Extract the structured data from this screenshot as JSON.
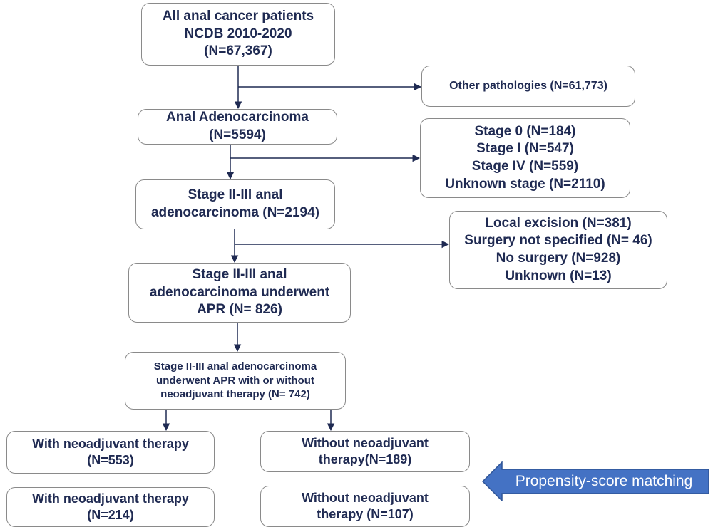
{
  "boxes": {
    "all_patients": [
      "All anal cancer patients",
      "NCDB 2010-2020",
      "(N=67,367)"
    ],
    "other_pathologies": [
      "Other pathologies (N=61,773)"
    ],
    "anal_adeno": [
      "Anal Adenocarcinoma",
      "(N=5594)"
    ],
    "stage_excluded": [
      "Stage 0 (N=184)",
      "Stage I (N=547)",
      "Stage IV (N=559)",
      "Unknown stage (N=2110)"
    ],
    "stage23": [
      "Stage II-III anal",
      "adenocarcinoma  (N=2194)"
    ],
    "surgery_excluded": [
      "Local excision (N=381)",
      "Surgery not specified (N= 46)",
      "No surgery (N=928)",
      "Unknown  (N=13)"
    ],
    "apr": [
      "Stage II-III anal",
      "adenocarcinoma  underwent",
      "APR (N= 826)"
    ],
    "apr_neo": [
      "Stage II-III anal adenocarcinoma",
      "underwent APR with or without",
      "neoadjuvant therapy (N= 742)"
    ],
    "with_neo": [
      "With neoadjuvant  therapy",
      "(N=553)"
    ],
    "without_neo": [
      "Without  neoadjuvant",
      "therapy(N=189)"
    ],
    "with_neo_matched": [
      "With neoadjuvant  therapy",
      "(N=214)"
    ],
    "without_neo_matched": [
      "Without  neoadjuvant",
      "therapy  (N=107)"
    ]
  },
  "propensity_label": "Propensity-score matching",
  "colors": {
    "line": "#1f2a52",
    "box_border": "#8a8a8a",
    "text": "#1f2a52",
    "arrow_fill": "#4472c4"
  }
}
